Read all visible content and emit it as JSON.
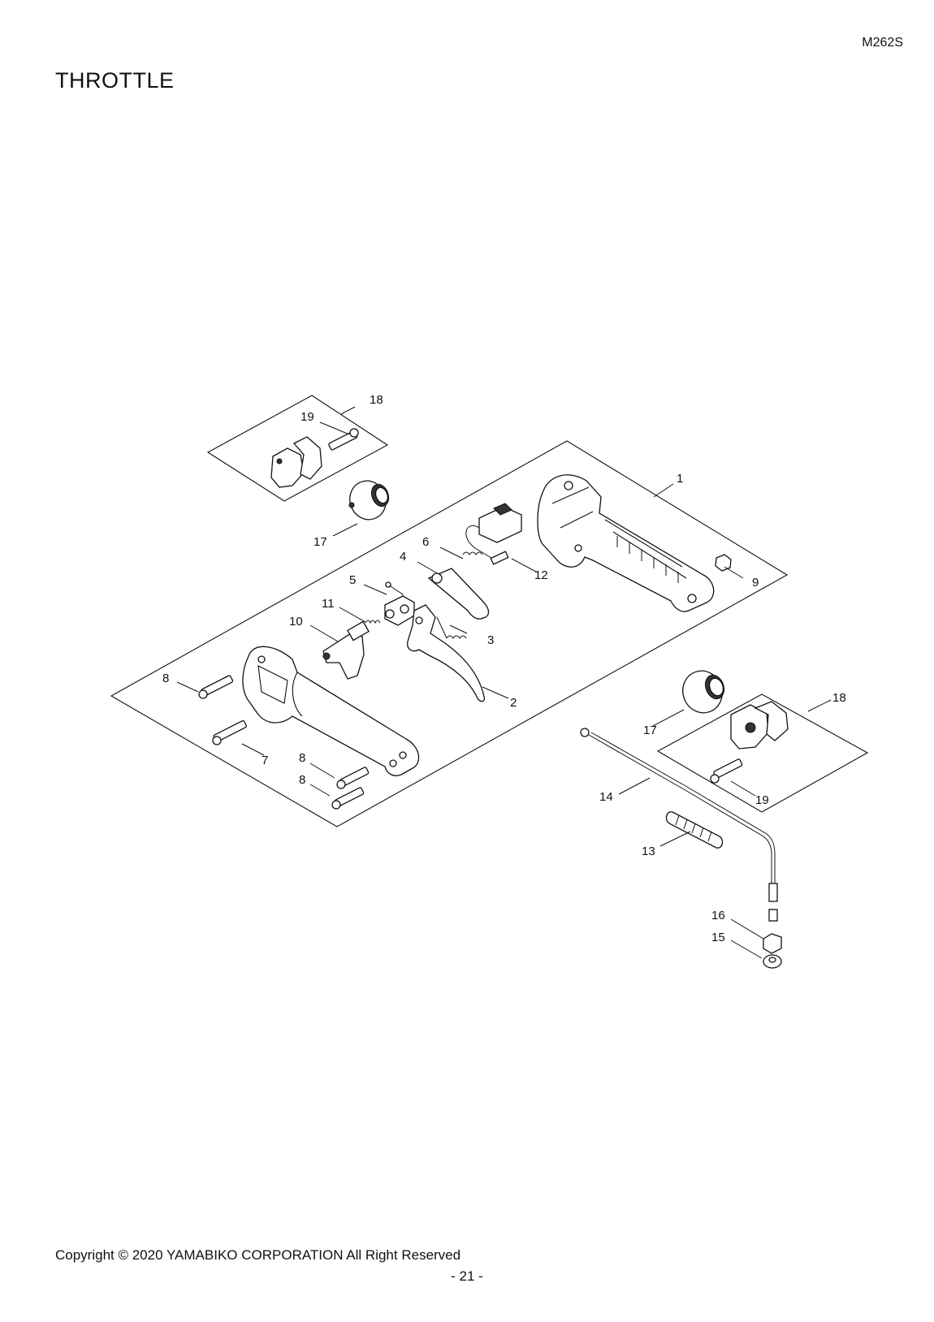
{
  "header": {
    "model": "M262S",
    "title": "THROTTLE"
  },
  "callouts": {
    "c1": "1",
    "c2": "2",
    "c3": "3",
    "c4": "4",
    "c5": "5",
    "c6": "6",
    "c7": "7",
    "c8a": "8",
    "c8b": "8",
    "c8c": "8",
    "c9": "9",
    "c10": "10",
    "c11": "11",
    "c12": "12",
    "c13": "13",
    "c14": "14",
    "c15": "15",
    "c16": "16",
    "c17a": "17",
    "c17b": "17",
    "c18a": "18",
    "c18b": "18",
    "c19a": "19",
    "c19b": "19"
  },
  "footer": {
    "copyright": "Copyright © 2020 YAMABIKO CORPORATION All Right Reserved",
    "page": "- 21 -"
  }
}
